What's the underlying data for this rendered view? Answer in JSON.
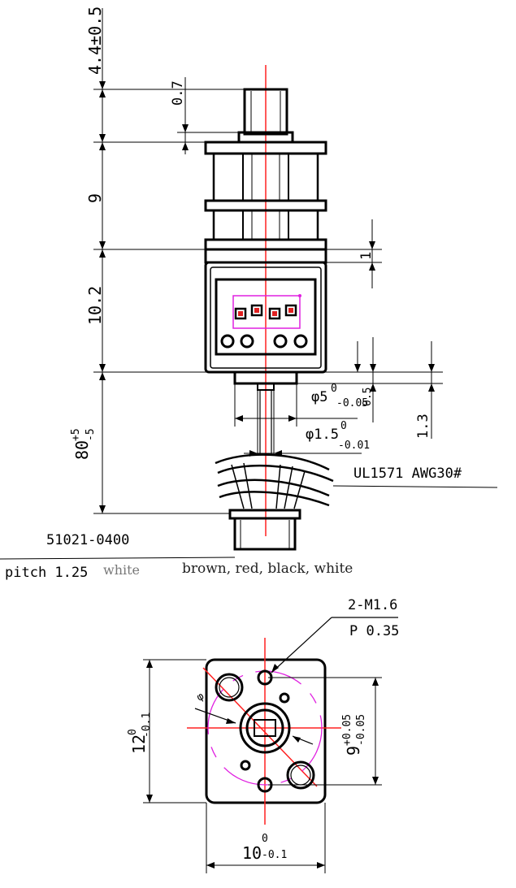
{
  "dimensions": {
    "shaft_length": "4.4±0.5",
    "collar": "0.7",
    "gear_stage": "9",
    "flange": "1",
    "motor_body": "10.2",
    "lead_length_main": "80",
    "lead_length_upper": "+5",
    "lead_length_lower": "-5",
    "phi5_prefix": "φ5",
    "phi5_upper": "0",
    "phi5_lower": "-0.05",
    "phi5_side": "0.5",
    "phi15_prefix": "φ1.5",
    "phi15_upper": "0",
    "phi15_lower": "-0.01",
    "boss_height": "1.3",
    "base_height_main": "12",
    "base_height_upper": "0",
    "base_height_lower": "-0.1",
    "hole_pitch_main": "9",
    "hole_pitch_upper": "+0.05",
    "hole_pitch_lower": "-0.05",
    "base_width_main": "10",
    "base_width_upper": "0",
    "base_width_lower": "-0.1",
    "screw_thread": "2-M1.6",
    "screw_pitch": "P 0.35",
    "bolt_circle": "φ"
  },
  "notes": {
    "wire_spec": "UL1571 AWG30#",
    "connector_part": "51021-0400",
    "connector_pitch": "pitch 1.25",
    "connector_color": "white",
    "wire_colors": "brown, red, black, white"
  }
}
